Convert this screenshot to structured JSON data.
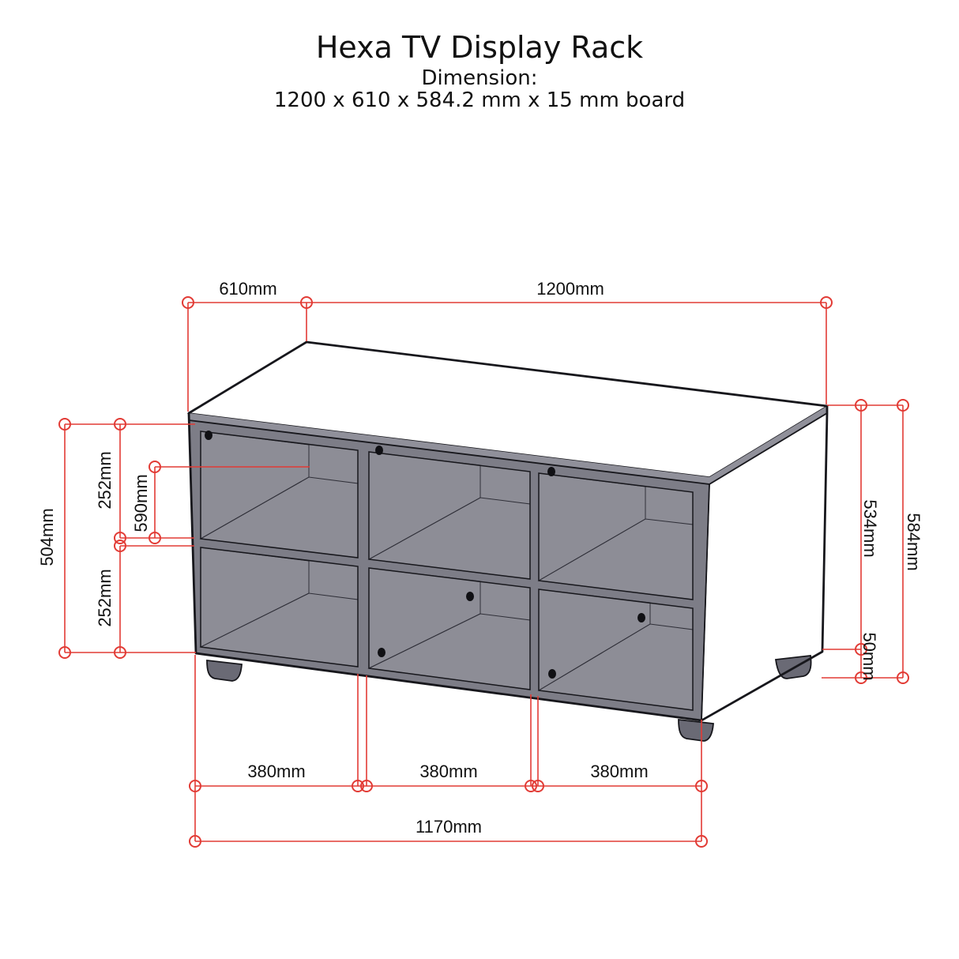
{
  "header": {
    "title": "Hexa TV Display Rack",
    "dimension_heading": "Dimension:",
    "overall_dimensions": "1200 x 610 x 584.2 mm x 15 mm board"
  },
  "dimension_labels": {
    "depth": "610mm",
    "width": "1200mm",
    "upper_opening_height": "252mm",
    "inner_depth": "590mm",
    "inner_height": "504mm",
    "lower_opening_height": "252mm",
    "body_height": "534mm",
    "overall_height": "584mm",
    "leg_height": "50mm",
    "bay1_width": "380mm",
    "bay2_width": "380mm",
    "bay3_width": "380mm",
    "inner_width": "1170mm"
  },
  "colors": {
    "dimension_line": "#e23b35",
    "outline": "#17171c",
    "top_face": "#87878f",
    "edge_strip": "#90909a",
    "front_face": "#7d7d87",
    "side_face": "#6a6a75",
    "interior_back": "#8d8d96",
    "interior_dark": "#5d5d69",
    "interior_shelf": "#84848e",
    "text": "#111111"
  }
}
